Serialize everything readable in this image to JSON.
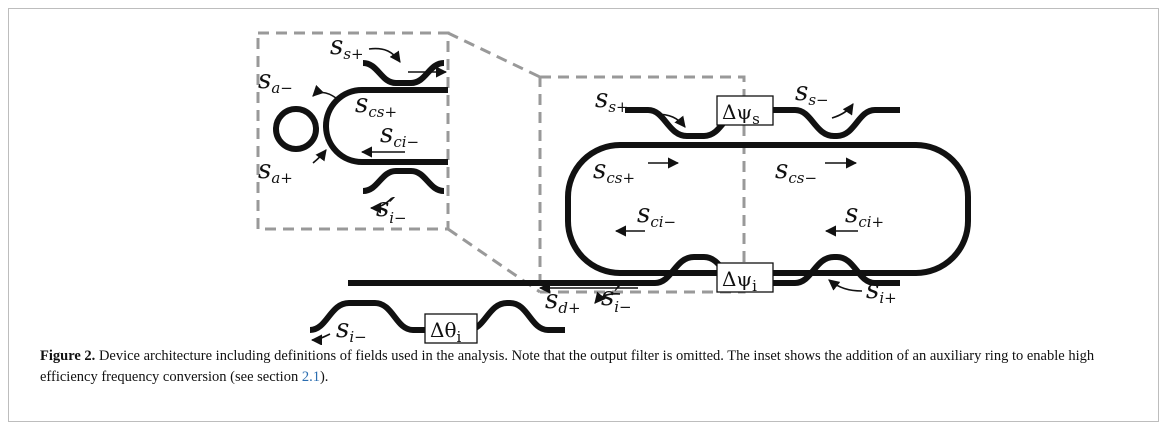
{
  "labels": {
    "sa_minus": {
      "main": "s",
      "sub": "a−"
    },
    "sa_plus": {
      "main": "s",
      "sub": "a+"
    },
    "ss_plus_inset": {
      "main": "s",
      "sub": "s+"
    },
    "scs_plus_inset": {
      "main": "s",
      "sub": "cs+"
    },
    "sci_minus_inset": {
      "main": "s",
      "sub": "ci−"
    },
    "si_minus_prime_inset": {
      "main": "s′",
      "sub": "i−"
    },
    "ss_plus": {
      "main": "s",
      "sub": "s+"
    },
    "ss_minus": {
      "main": "s",
      "sub": "s−"
    },
    "scs_plus": {
      "main": "s",
      "sub": "cs+"
    },
    "scs_minus": {
      "main": "s",
      "sub": "cs−"
    },
    "sci_minus": {
      "main": "s",
      "sub": "ci−"
    },
    "sci_plus": {
      "main": "s",
      "sub": "ci+"
    },
    "sd_plus": {
      "main": "s",
      "sub": "d+"
    },
    "si_minus_prime": {
      "main": "s′",
      "sub": "i−"
    },
    "si_plus": {
      "main": "s",
      "sub": "i+"
    },
    "si_minus": {
      "main": "s",
      "sub": "i−"
    }
  },
  "boxes": {
    "delta_psi_s": {
      "main": "Δψ",
      "sub": "s"
    },
    "delta_psi_i": {
      "main": "Δψ",
      "sub": "i"
    },
    "delta_theta_i": {
      "main": "Δθ",
      "sub": "i"
    }
  },
  "caption": {
    "label": "Figure 2.",
    "text_before_link": " Device architecture including definitions of fields used in the analysis. Note that the output filter is omitted. The inset shows the addition of an auxiliary ring to enable high efficiency frequency conversion (see section ",
    "link": "2.1",
    "text_after_link": ")."
  }
}
